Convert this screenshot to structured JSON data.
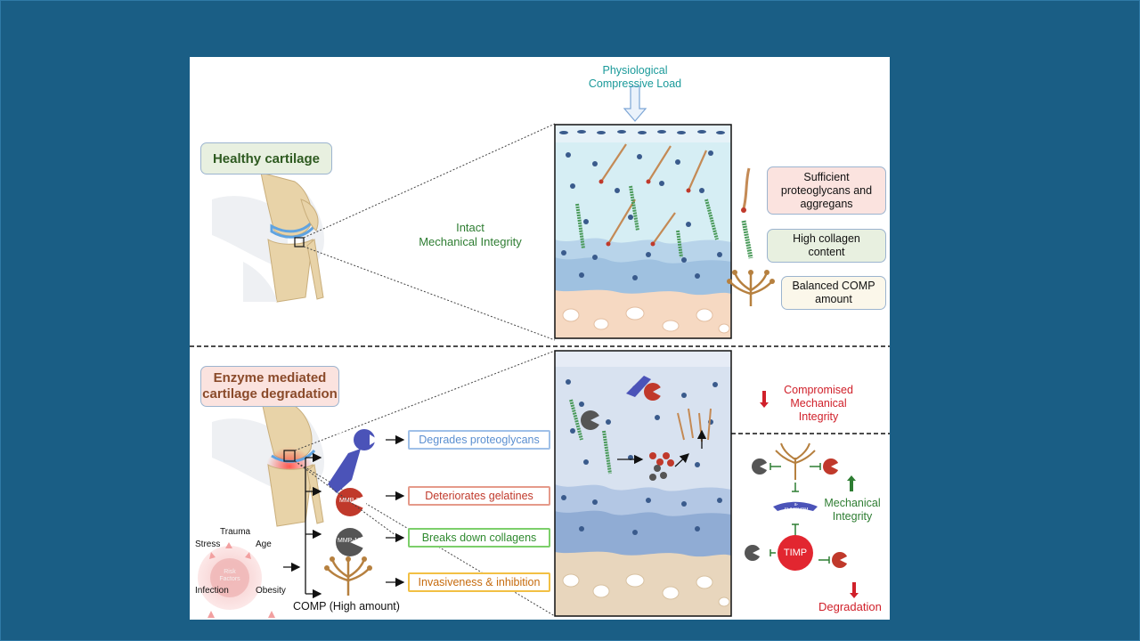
{
  "top": {
    "load_label": "Physiological\nCompressive Load",
    "healthy_title": "Healthy cartilage",
    "integrity_label": "Intact\nMechanical Integrity",
    "legend": [
      {
        "text": "Sufficient\nproteoglycans and\naggregans"
      },
      {
        "text": "High collagen\ncontent"
      },
      {
        "text": "Balanced COMP\namount"
      }
    ]
  },
  "bottom": {
    "title": "Enzyme mediated\ncartilage degradation",
    "risk_factors": {
      "center": "Risk\nFactors",
      "items": [
        "Trauma",
        "Stress",
        "Age",
        "Infection",
        "Obesity"
      ]
    },
    "enzymes": [
      {
        "label": "a-SLIMOVOM"
      },
      {
        "label": "MMP-3"
      },
      {
        "label": "MMP-13"
      }
    ],
    "actions": [
      {
        "text": "Degrades proteoglycans",
        "color": "#5b8fd0",
        "border": "#9fc0e8"
      },
      {
        "text": "Deteriorates gelatines",
        "color": "#c0392b",
        "border": "#e59a8a"
      },
      {
        "text": "Breaks down collagens",
        "color": "#2f8a2f",
        "border": "#7ccf6a"
      },
      {
        "text": "Invasiveness & inhibition",
        "color": "#c66b0e",
        "border": "#f2c044"
      }
    ],
    "comp_label": "COMP (High amount)",
    "compromised_label": "Compromised\nMechanical\nIntegrity",
    "mech_label": "Mechanical\nIntegrity",
    "timp_label": "TIMP",
    "degradation_label": "Degradation",
    "enzyme_small_label": "a-SLIMOVOM"
  },
  "colors": {
    "background": "#1a5e85",
    "green_text": "#2e7d32",
    "teal_text": "#1a9a9a",
    "red_text": "#d0202a",
    "healthy_box_fill": "#e8f0e0",
    "enzyme_box_fill": "#fbe3df"
  }
}
